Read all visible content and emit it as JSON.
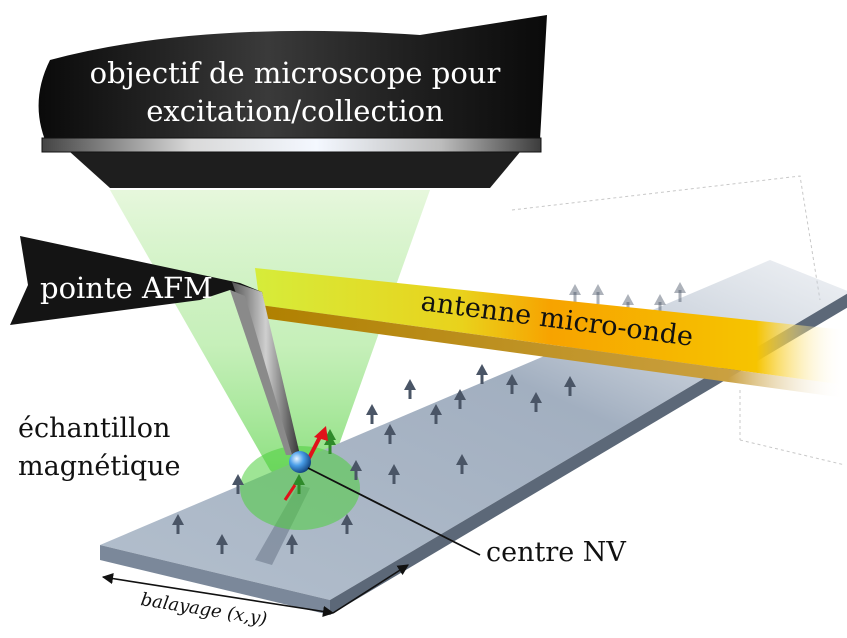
{
  "labels": {
    "objective_line1": "objectif de microscope pour",
    "objective_line2": "excitation/collection",
    "afm_tip": "pointe AFM",
    "antenna": "antenne micro-onde",
    "sample_line1": "échantillon",
    "sample_line2": "magnétique",
    "nv_center": "centre NV",
    "scan": "balayage (x,y)"
  },
  "colors": {
    "objective_body": "#1a1a1a",
    "antenna": "#f5b800",
    "antenna_glow": "#c8e640",
    "sample_top": "#a7b5c6",
    "sample_side": "#6f7d8f",
    "laser": "#8fe07a",
    "magnetization_arrow": "#4a5566",
    "nv_spin_arrow": "#e0121a",
    "nv_sphere": "#3a8fe0"
  }
}
